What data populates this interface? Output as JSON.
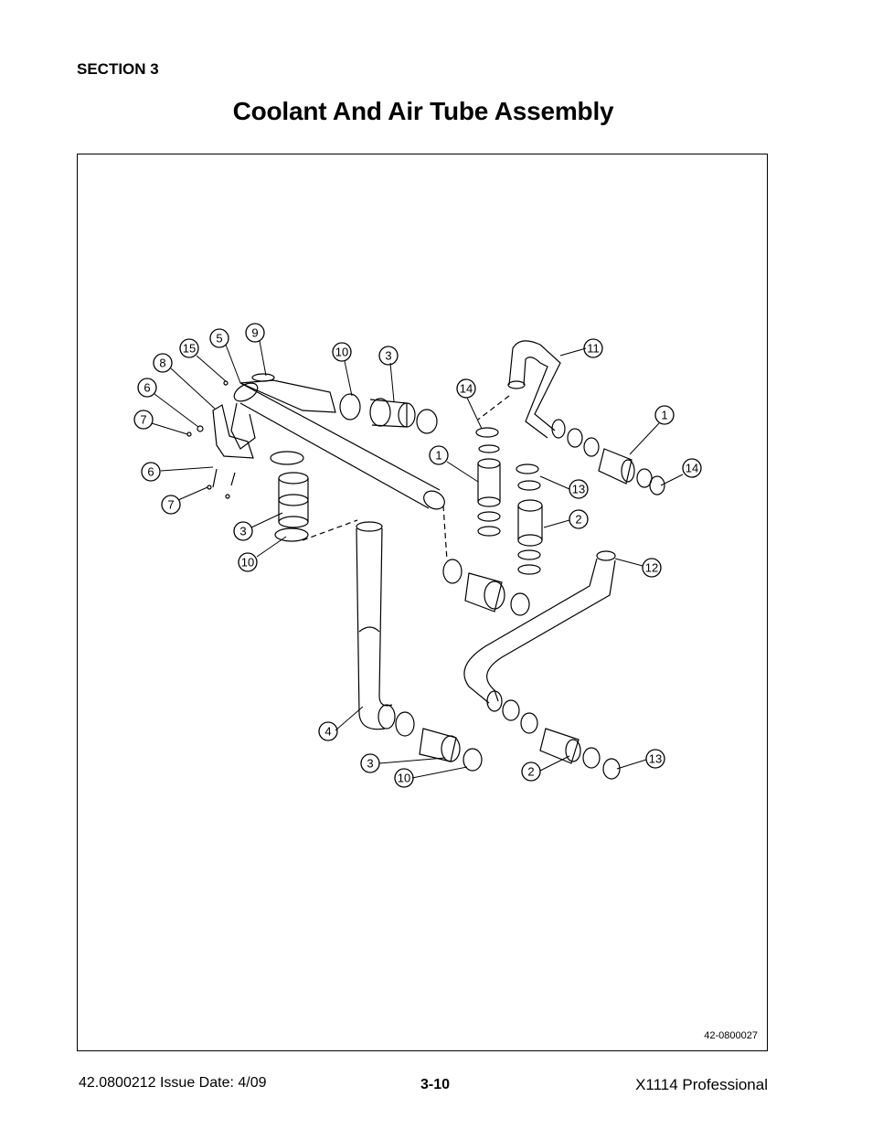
{
  "header": {
    "section": "SECTION 3",
    "title": "Coolant And Air Tube Assembly"
  },
  "figure": {
    "figure_number": "42-0800027",
    "callouts": [
      "15",
      "5",
      "9",
      "8",
      "6",
      "7",
      "6",
      "7",
      "3",
      "10",
      "10",
      "3",
      "14",
      "1",
      "11",
      "1",
      "14",
      "13",
      "2",
      "12",
      "4",
      "3",
      "10",
      "2",
      "13"
    ]
  },
  "footer": {
    "left": "42.0800212  Issue Date: 4/09",
    "page": "3-10",
    "right": "X1114 Professional"
  }
}
